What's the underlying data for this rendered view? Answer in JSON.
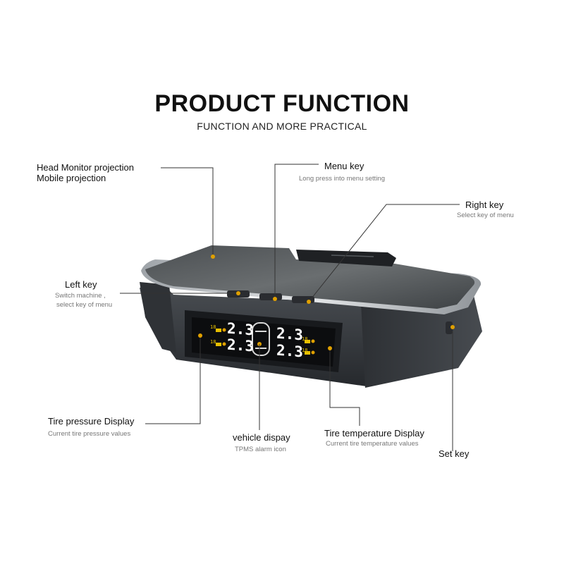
{
  "header": {
    "title": "PRODUCT FUNCTION",
    "subtitle": "FUNCTION AND MORE PRACTICAL"
  },
  "callouts": {
    "head_monitor": {
      "line1": "Head Monitor projection",
      "line2": "Mobile projection"
    },
    "menu_key": {
      "label": "Menu key",
      "desc": "Long press into menu setting"
    },
    "right_key": {
      "label": "Right key",
      "desc": "Select key of menu"
    },
    "left_key": {
      "label": "Left key",
      "desc_line1": "Switch machine ,",
      "desc_line2": "select key of menu"
    },
    "tire_pressure": {
      "label": "Tire pressure Display",
      "desc": "Current tire pressure values"
    },
    "vehicle_display": {
      "label": "vehicle dispay",
      "desc": "TPMS alarm icon"
    },
    "tire_temperature": {
      "label": "Tire temperature Display",
      "desc": "Current tire temperature values"
    },
    "set_key": {
      "label": "Set key"
    }
  },
  "device": {
    "pressure_front_left": "2.3",
    "pressure_front_right": "2.3",
    "pressure_rear_left": "2.3",
    "pressure_rear_right": "2.3",
    "temp_left_top": "18",
    "temp_left_bottom": "18",
    "temp_right_top": "18",
    "temp_right_bottom": "18"
  },
  "colors": {
    "callout_line": "#333333",
    "marker_dot": "#e0a000",
    "lcd_digits": "#ffffff",
    "lcd_small": "#e8c000",
    "device_body": "#3a3d42"
  }
}
